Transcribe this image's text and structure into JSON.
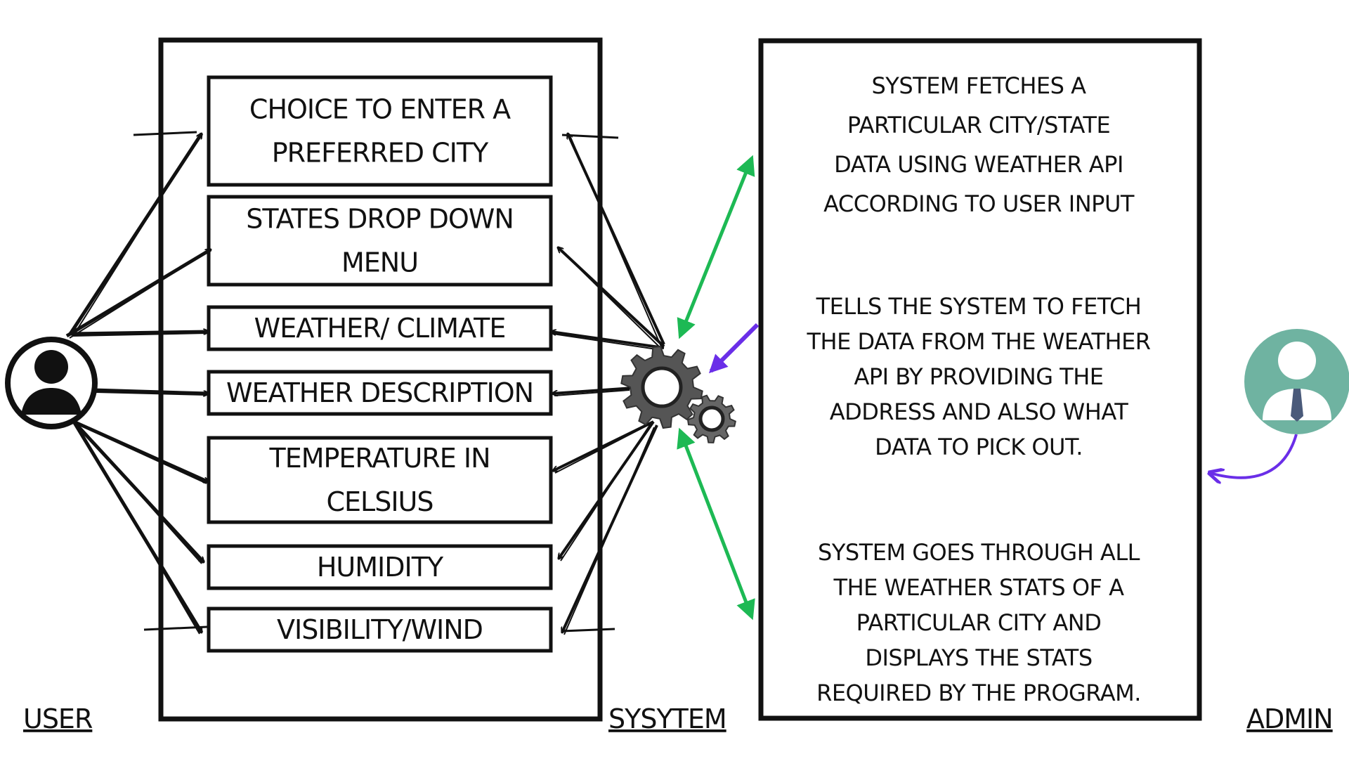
{
  "features": [
    {
      "lines": [
        "CHOICE TO ENTER A",
        "PREFERRED CITY"
      ]
    },
    {
      "lines": [
        "STATES DROP DOWN",
        "MENU"
      ]
    },
    {
      "lines": [
        "WEATHER/ CLIMATE"
      ]
    },
    {
      "lines": [
        "WEATHER DESCRIPTION"
      ]
    },
    {
      "lines": [
        "TEMPERATURE IN",
        "CELSIUS"
      ]
    },
    {
      "lines": [
        "HUMIDITY"
      ]
    },
    {
      "lines": [
        "VISIBILITY/WIND"
      ]
    }
  ],
  "system_notes": [
    {
      "lines": [
        "SYSTEM FETCHES A",
        "PARTICULAR CITY/STATE",
        "DATA USING WEATHER API",
        "ACCORDING TO USER INPUT"
      ]
    },
    {
      "lines": [
        "TELLS THE SYSTEM TO FETCH",
        "THE DATA FROM THE WEATHER",
        "API BY PROVIDING THE",
        "ADDRESS AND ALSO WHAT",
        "DATA TO PICK OUT."
      ]
    },
    {
      "lines": [
        "SYSTEM GOES THROUGH ALL",
        "THE WEATHER STATS OF A",
        "PARTICULAR CITY AND",
        "DISPLAYS THE STATS",
        "REQUIRED BY THE PROGRAM."
      ]
    }
  ],
  "labels": {
    "user": "USER",
    "system": "SYSYTEM",
    "admin": "ADMIN"
  },
  "colors": {
    "outline": "#111111",
    "green_arrow": "#1db954",
    "purple_arrow": "#6a2ee8",
    "gear": "#555555",
    "admin_bg": "#6fb3a1",
    "admin_figure": "#ffffff",
    "admin_tie": "#4a5a7a"
  },
  "icons": {
    "user": "user-circle-icon",
    "system": "gears-icon",
    "admin": "admin-avatar-icon"
  }
}
